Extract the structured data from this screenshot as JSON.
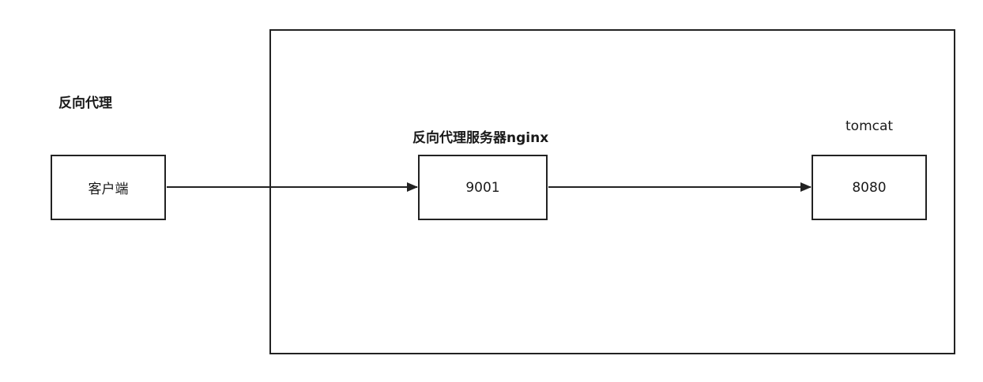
{
  "diagram": {
    "title": "反向代理",
    "proxy_group_label": "反向代理服务器nginx",
    "backend_group_label": "tomcat",
    "nodes": {
      "client": "客户端",
      "nginx_port": "9001",
      "tomcat_port": "8080"
    },
    "colors": {
      "stroke": "#222222",
      "background": "#ffffff"
    }
  }
}
